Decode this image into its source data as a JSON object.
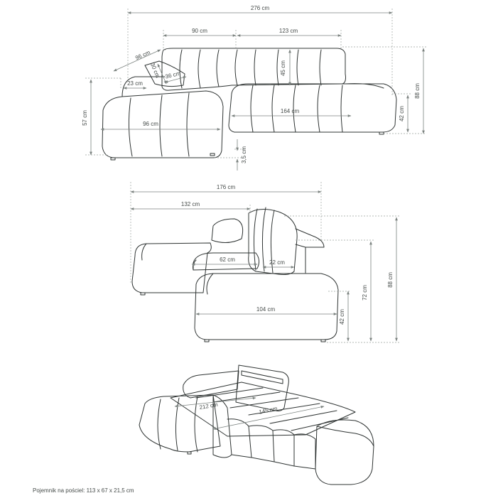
{
  "views": {
    "front": {
      "total_width": "276 cm",
      "backrest_left": "90 cm",
      "backrest_right": "123 cm",
      "corner_depth": "96 cm",
      "pillow_width": "36 cm",
      "pillow_height": "30 cm",
      "armrest_width": "23 cm",
      "backrest_height": "45 cm",
      "total_height": "88 cm",
      "seat_height": "42 cm",
      "chaise_height": "57 cm",
      "seat_length": "164 cm",
      "chaise_width": "96 cm",
      "leg_height": "3,5 cm"
    },
    "side": {
      "total_depth": "176 cm",
      "chaise_depth": "132 cm",
      "seat_depth": "62 cm",
      "backrest_depth": "22 cm",
      "seat_width": "104 cm",
      "seat_height": "42 cm",
      "back_height": "72 cm",
      "total_height": "88 cm"
    },
    "bed": {
      "sleeping_length": "212 cm",
      "sleeping_width": "145 cm"
    }
  },
  "storage_caption": "Pojemnik na pościel: 113 x 67 x 21,5 cm"
}
